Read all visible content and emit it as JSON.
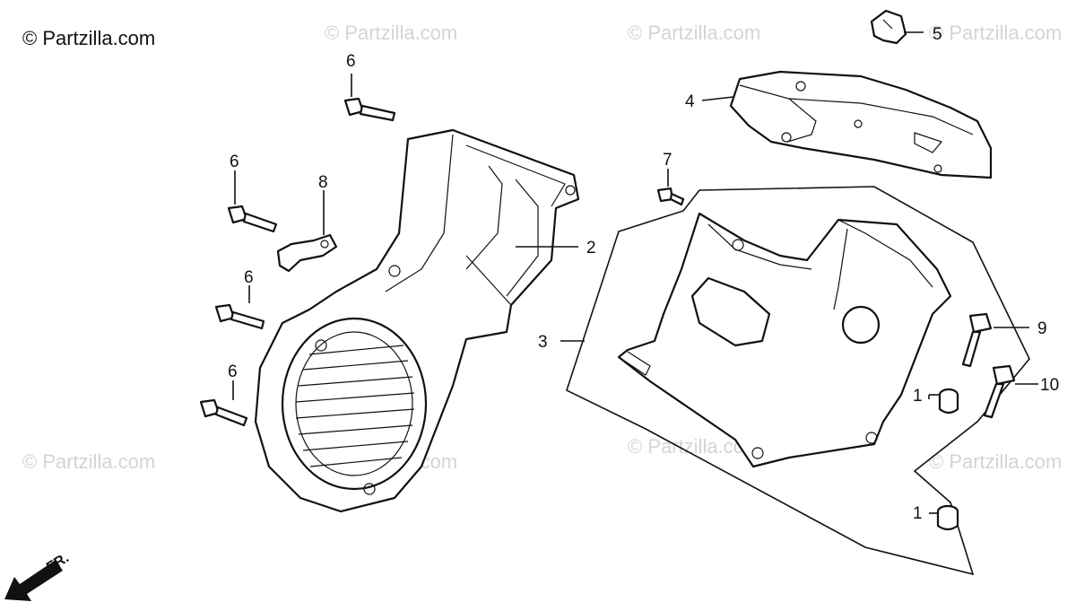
{
  "copyright": "© Partzilla.com",
  "watermark": "© Partzilla.com",
  "direction_label": "FR.",
  "callouts": {
    "c1a": "1",
    "c1b": "1",
    "c2": "2",
    "c3": "3",
    "c4": "4",
    "c5": "5",
    "c6a": "6",
    "c6b": "6",
    "c6c": "6",
    "c6d": "6",
    "c7": "7",
    "c8": "8",
    "c9": "9",
    "c10": "10"
  }
}
